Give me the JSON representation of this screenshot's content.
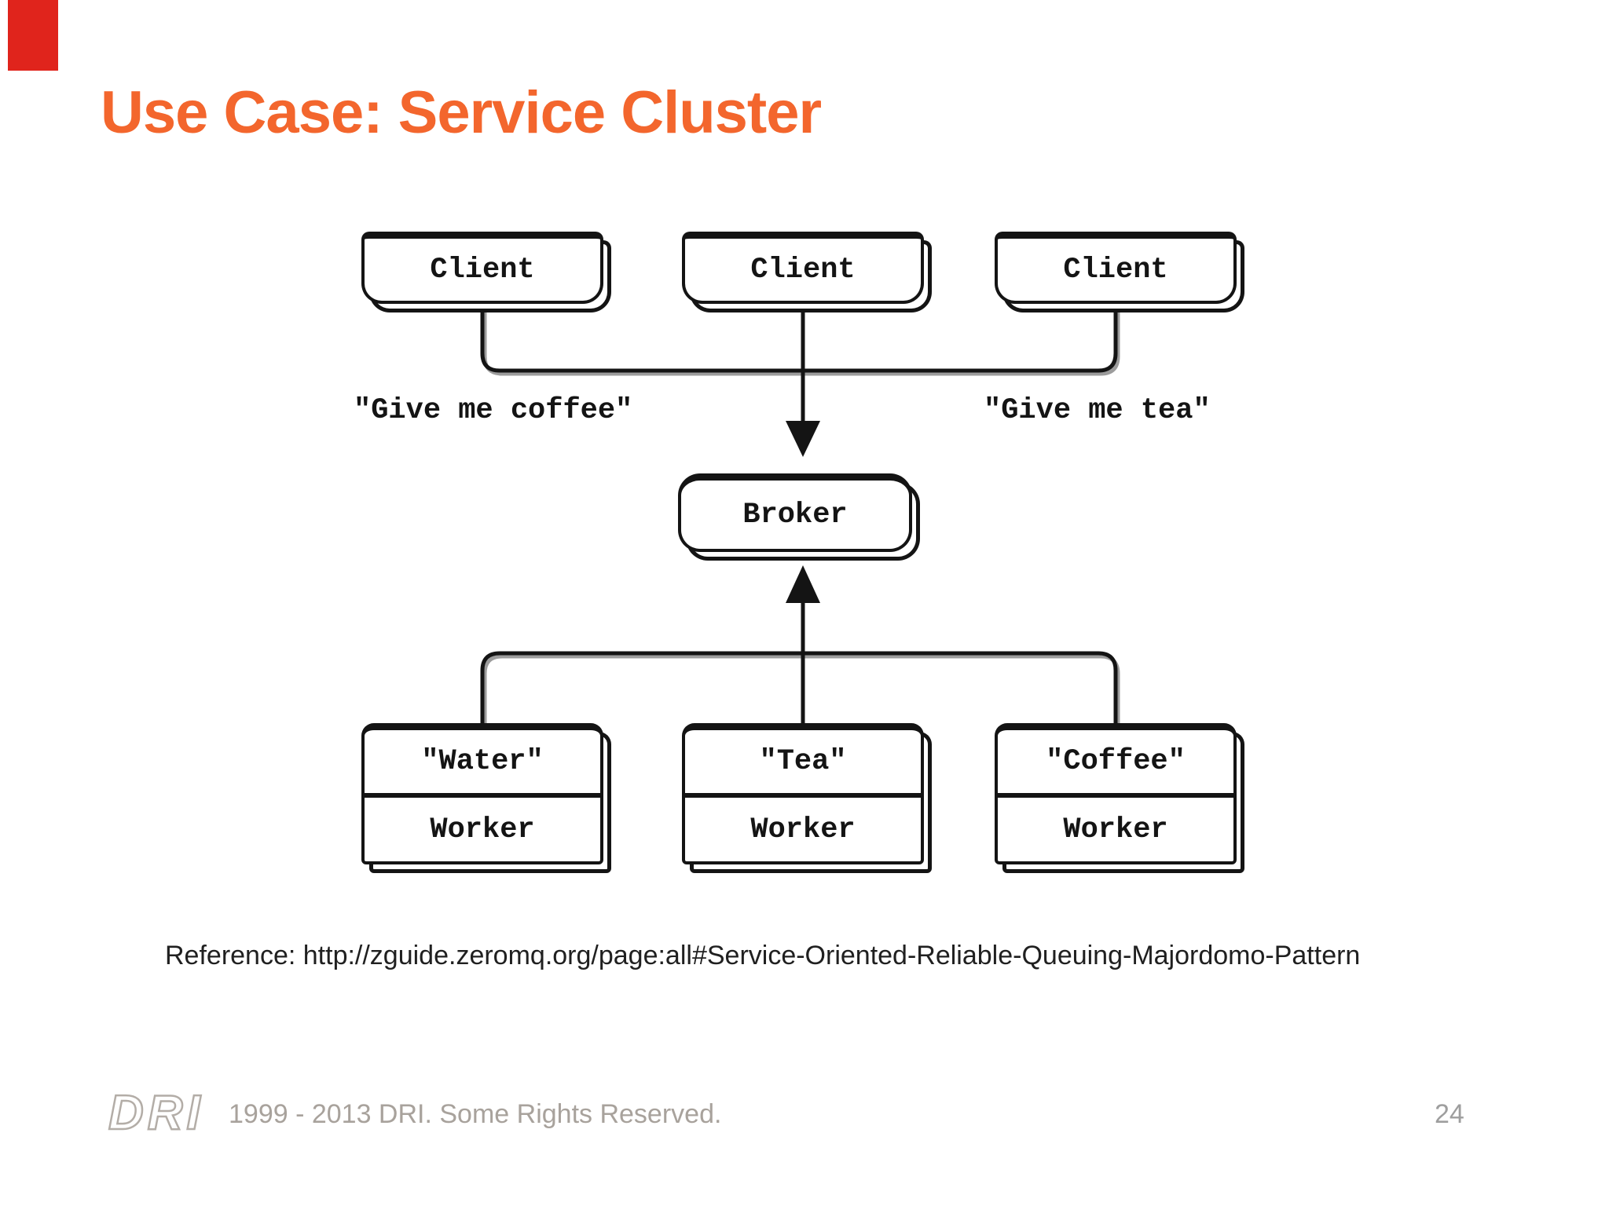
{
  "slide": {
    "title": "Use Case: Service Cluster",
    "colors": {
      "title": "#f3662d",
      "corner_accent": "#e0241c",
      "line": "#141414",
      "footer_text": "#a8a29c",
      "page_number": "#9e9e9e"
    },
    "reference": "Reference: http://zguide.zeromq.org/page:all#Service-Oriented-Reliable-Queuing-Majordomo-Pattern",
    "footer": {
      "logo": "DRI",
      "copyright": "1999 - 2013 DRI. Some Rights Reserved.",
      "page_number": "24"
    }
  },
  "diagram": {
    "clients": [
      {
        "label": "Client"
      },
      {
        "label": "Client"
      },
      {
        "label": "Client"
      }
    ],
    "request_labels": {
      "left": "\"Give me coffee\"",
      "right": "\"Give me tea\""
    },
    "broker": {
      "label": "Broker"
    },
    "workers": [
      {
        "service": "\"Water\"",
        "role": "Worker"
      },
      {
        "service": "\"Tea\"",
        "role": "Worker"
      },
      {
        "service": "\"Coffee\"",
        "role": "Worker"
      }
    ],
    "edges": [
      {
        "from": "clients",
        "to": "broker",
        "direction": "down"
      },
      {
        "from": "workers",
        "to": "broker",
        "direction": "up"
      }
    ]
  }
}
